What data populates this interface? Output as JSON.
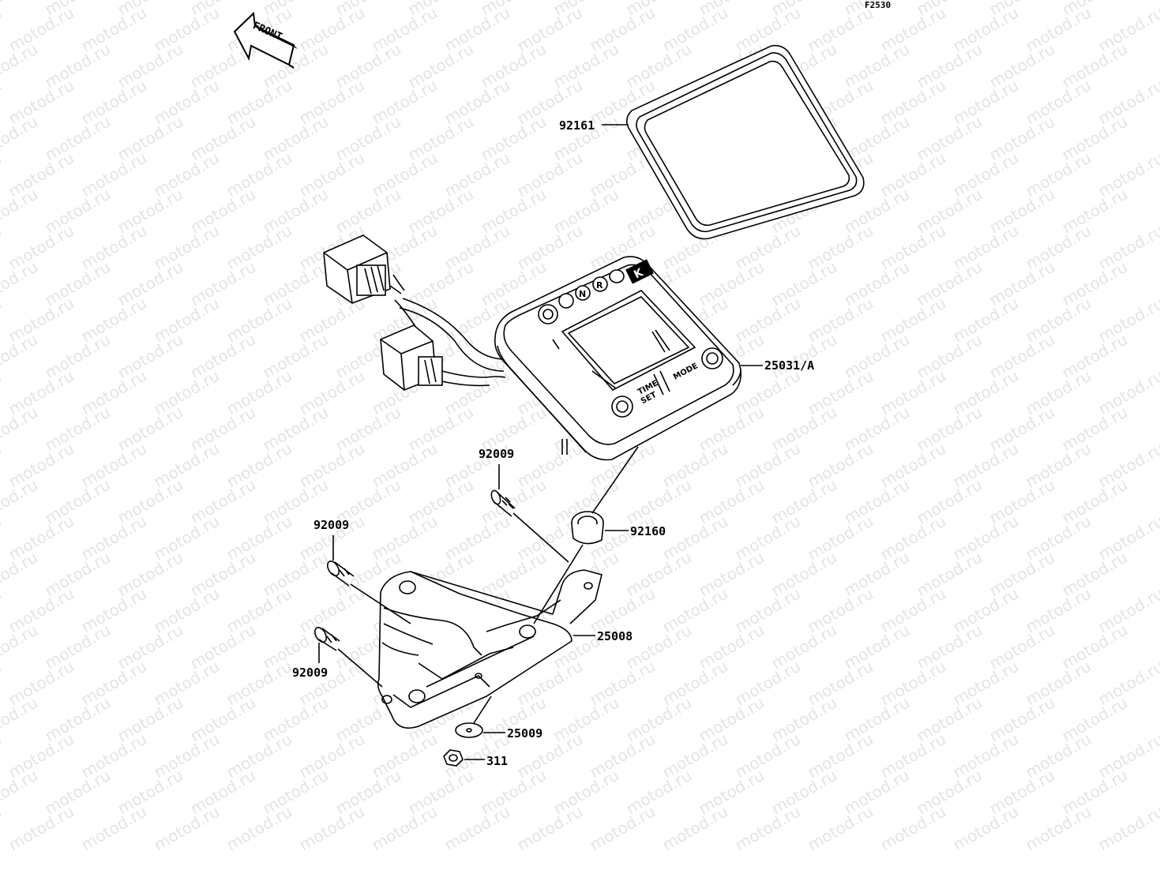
{
  "figure_code": "F2530",
  "front_arrow_label": "FRONT",
  "watermark_text": "motod.ru",
  "meter": {
    "brand_letter": "K",
    "gear_indicators": [
      "N",
      "R"
    ],
    "button_time_label": "TIME",
    "button_set_label": "SET",
    "button_mode_label": "MODE"
  },
  "parts": [
    {
      "id": "p92161",
      "number": "92161"
    },
    {
      "id": "p25031",
      "number": "25031/A"
    },
    {
      "id": "p92009a",
      "number": "92009"
    },
    {
      "id": "p92160",
      "number": "92160"
    },
    {
      "id": "p92009b",
      "number": "92009"
    },
    {
      "id": "p25008",
      "number": "25008"
    },
    {
      "id": "p92009c",
      "number": "92009"
    },
    {
      "id": "p25009",
      "number": "25009"
    },
    {
      "id": "p311",
      "number": "311"
    }
  ]
}
